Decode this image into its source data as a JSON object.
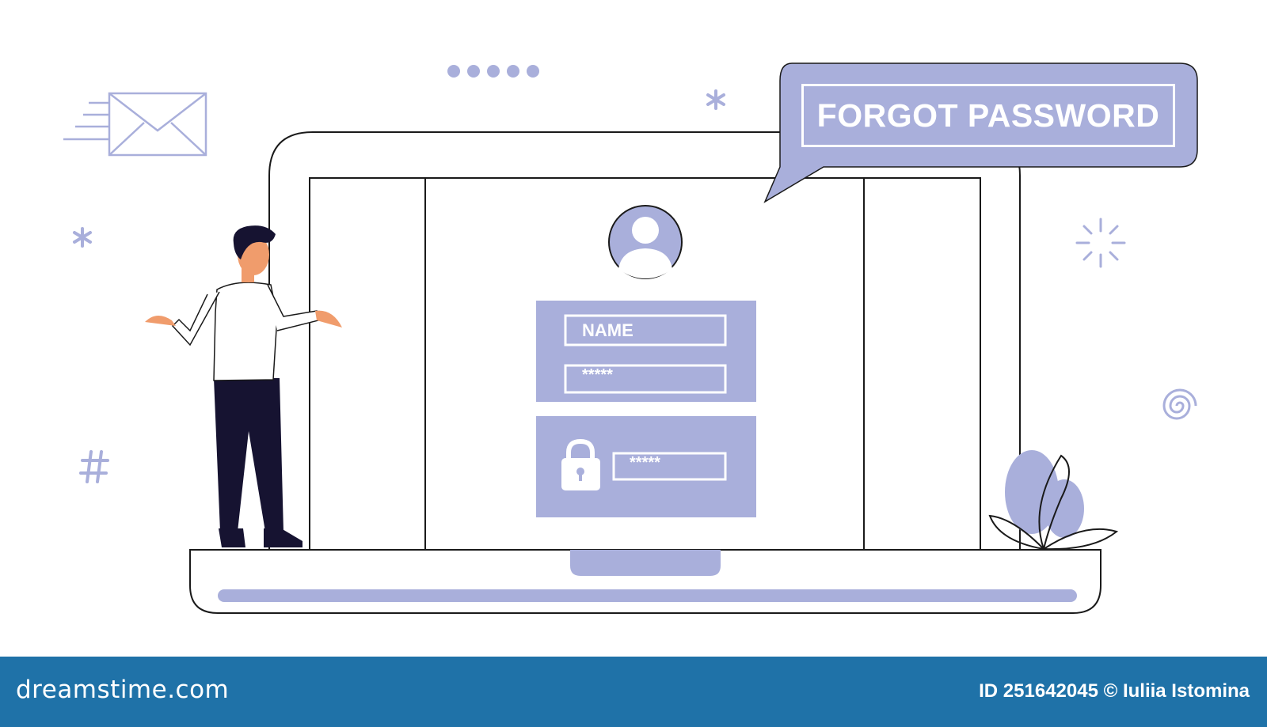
{
  "speech_bubble": {
    "text": "FORGOT PASSWORD"
  },
  "login_form": {
    "name_label": "NAME",
    "password_mask": "*****",
    "lock_password_mask": "*****"
  },
  "footer": {
    "brand": "dreamstime.com",
    "image_credit": "ID 251642045 © Iuliia Istomina"
  },
  "colors": {
    "accent": "#a9afdb",
    "outline": "#1a1a1a",
    "footer_bg": "#1f72a8",
    "figure_shirt": "#ffffff",
    "figure_pants": "#161331",
    "figure_skin": "#f09c6c"
  },
  "icons": [
    "envelope-icon",
    "user-avatar-icon",
    "padlock-icon",
    "sparkle-icon",
    "spiral-icon",
    "hash-icon",
    "asterisk-icon",
    "plant-icon"
  ]
}
